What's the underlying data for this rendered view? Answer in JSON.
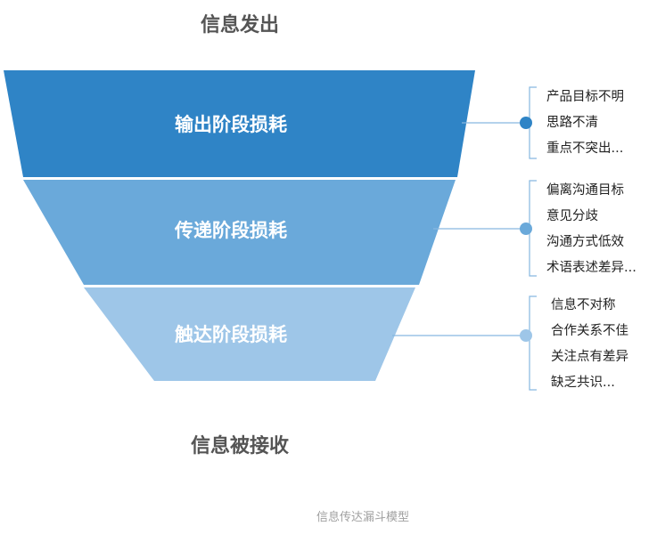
{
  "title_top": "信息发出",
  "title_bottom": "信息被接收",
  "caption": "信息传达漏斗模型",
  "stages": [
    {
      "label": "输出阶段损耗",
      "color": "#2f84c6",
      "dot": "#2f84c6",
      "notes": [
        "产品目标不明",
        "思路不清",
        "重点不突出..."
      ]
    },
    {
      "label": "传递阶段损耗",
      "color": "#6aa9da",
      "dot": "#6aa9da",
      "notes": [
        "偏离沟通目标",
        "意见分歧",
        "沟通方式低效",
        "术语表述差异..."
      ]
    },
    {
      "label": "触达阶段损耗",
      "color": "#9ec6e8",
      "dot": "#9ec6e8",
      "notes": [
        "信息不对称",
        "合作关系不佳",
        "关注点有差异",
        "缺乏共识..."
      ]
    }
  ],
  "line_color": "#86b8e0"
}
